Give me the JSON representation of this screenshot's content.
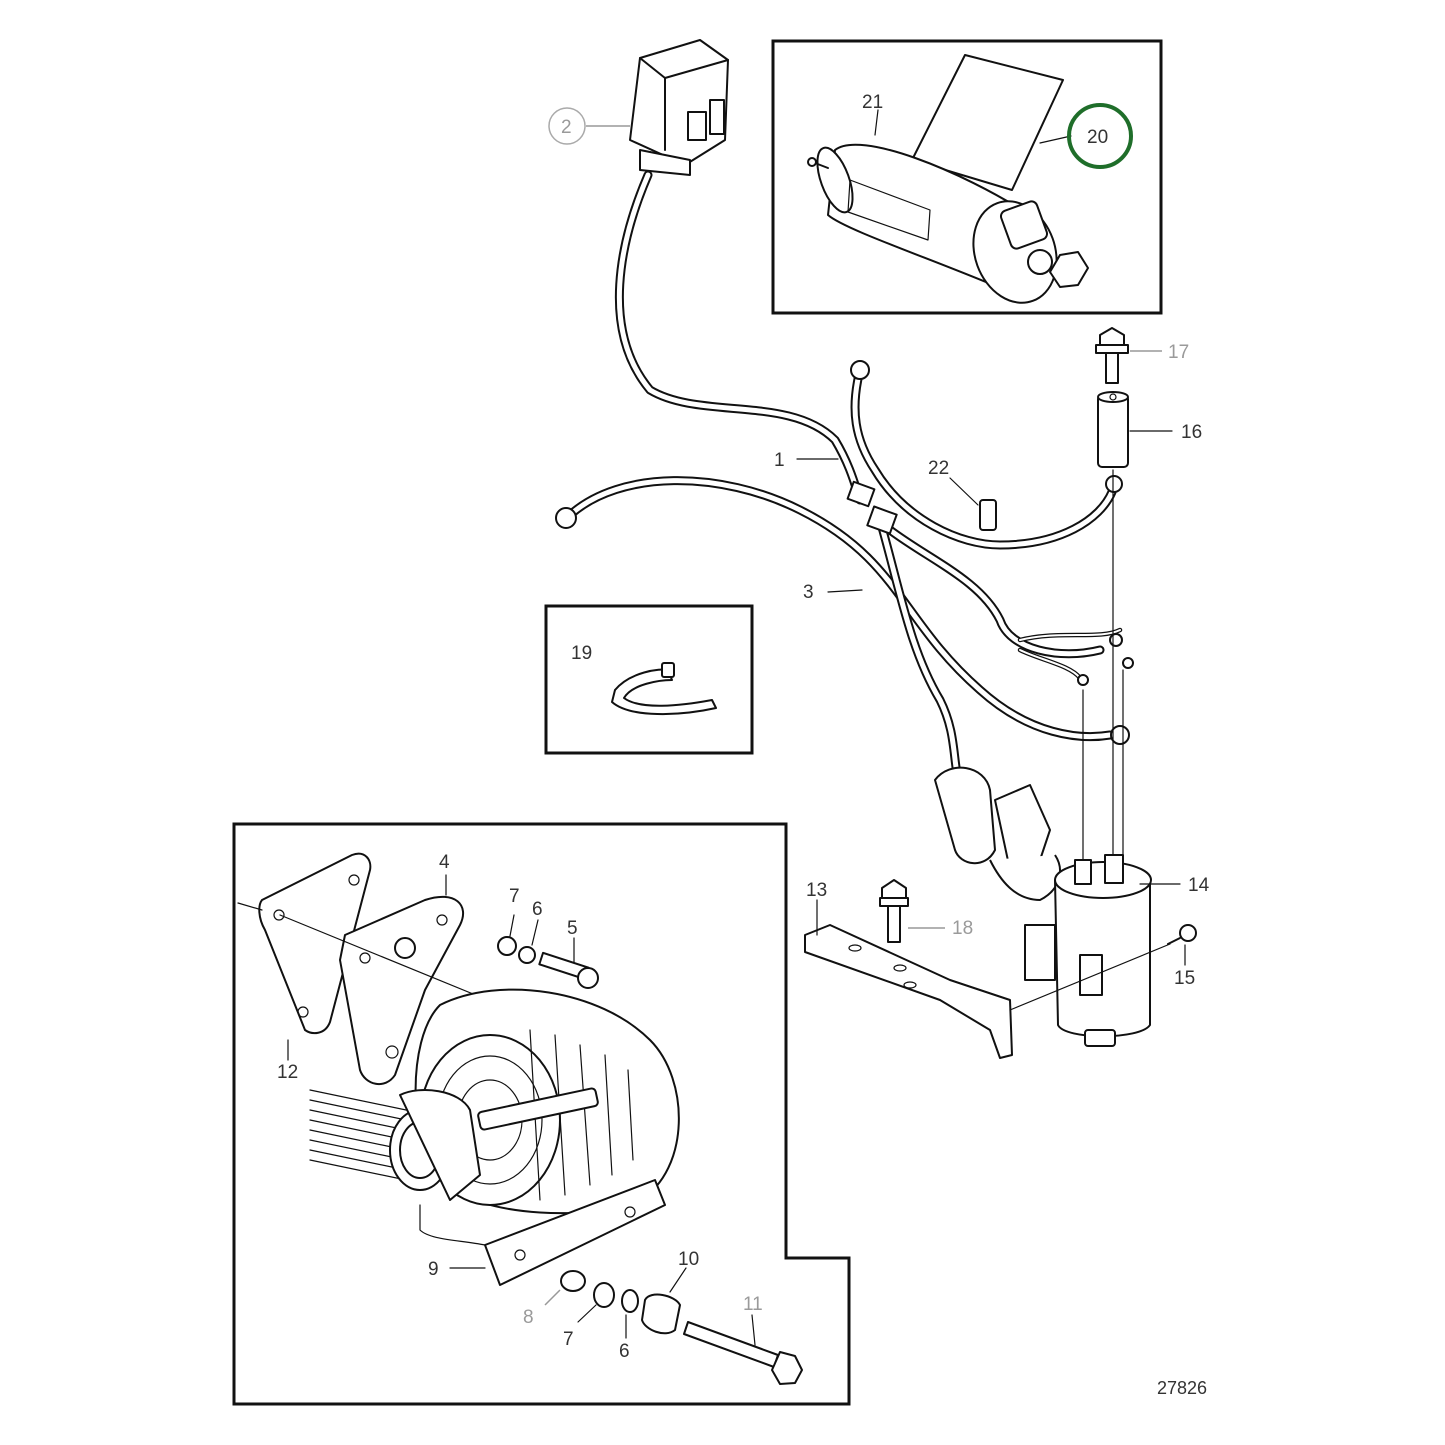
{
  "diagram": {
    "reference_number": "27826",
    "highlight_color": "#1f6e2a",
    "callouts": [
      {
        "id": "c1",
        "text": "1",
        "muted": false
      },
      {
        "id": "c2",
        "text": "2",
        "muted": true
      },
      {
        "id": "c3",
        "text": "3",
        "muted": false
      },
      {
        "id": "c4",
        "text": "4",
        "muted": false
      },
      {
        "id": "c5",
        "text": "5",
        "muted": false
      },
      {
        "id": "c6a",
        "text": "6",
        "muted": false
      },
      {
        "id": "c6b",
        "text": "6",
        "muted": false
      },
      {
        "id": "c7a",
        "text": "7",
        "muted": false
      },
      {
        "id": "c7b",
        "text": "7",
        "muted": false
      },
      {
        "id": "c8",
        "text": "8",
        "muted": true
      },
      {
        "id": "c9",
        "text": "9",
        "muted": false
      },
      {
        "id": "c10",
        "text": "10",
        "muted": false
      },
      {
        "id": "c11",
        "text": "11",
        "muted": true
      },
      {
        "id": "c12",
        "text": "12",
        "muted": false
      },
      {
        "id": "c13",
        "text": "13",
        "muted": false
      },
      {
        "id": "c14",
        "text": "14",
        "muted": false
      },
      {
        "id": "c15",
        "text": "15",
        "muted": false
      },
      {
        "id": "c16",
        "text": "16",
        "muted": false
      },
      {
        "id": "c17",
        "text": "17",
        "muted": true
      },
      {
        "id": "c18",
        "text": "18",
        "muted": true
      },
      {
        "id": "c19",
        "text": "19",
        "muted": false
      },
      {
        "id": "c20",
        "text": "20",
        "muted": false,
        "highlighted": true
      },
      {
        "id": "c21",
        "text": "21",
        "muted": false
      },
      {
        "id": "c22",
        "text": "22",
        "muted": false
      }
    ]
  }
}
